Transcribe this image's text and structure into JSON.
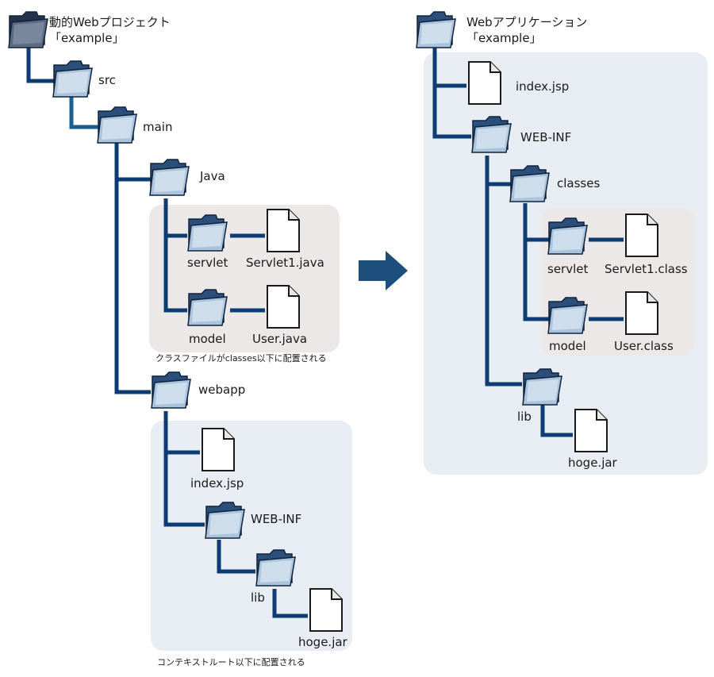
{
  "left": {
    "root_title": "動的Webプロジェクト",
    "root_subtitle": "「example」",
    "src": "src",
    "main": "main",
    "java": "Java",
    "servlet": "servlet",
    "servlet_file": "Servlet1.java",
    "model": "model",
    "model_file": "User.java",
    "caption_classes": "クラスファイルがclasses以下に配置される",
    "webapp": "webapp",
    "index": "index.jsp",
    "webinf": "WEB-INF",
    "lib": "lib",
    "jar": "hoge.jar",
    "caption_context": "コンテキストルート以下に配置される"
  },
  "right": {
    "root_title": "Webアプリケーション",
    "root_subtitle": "「example」",
    "index": "index.jsp",
    "webinf": "WEB-INF",
    "classes": "classes",
    "servlet": "servlet",
    "servlet_file": "Servlet1.class",
    "model": "model",
    "model_file": "User.class",
    "lib": "lib",
    "jar": "hoge.jar"
  },
  "colors": {
    "tree_line": "#0d3b73",
    "tree_line_light": "#1f5d91",
    "arrow": "#1d4f7d",
    "panel_blue": "#e7edf2",
    "panel_pink": "#ece8e8"
  },
  "icons": {
    "folder": "folder-icon",
    "file": "file-icon",
    "arrow": "arrow-right-icon"
  }
}
